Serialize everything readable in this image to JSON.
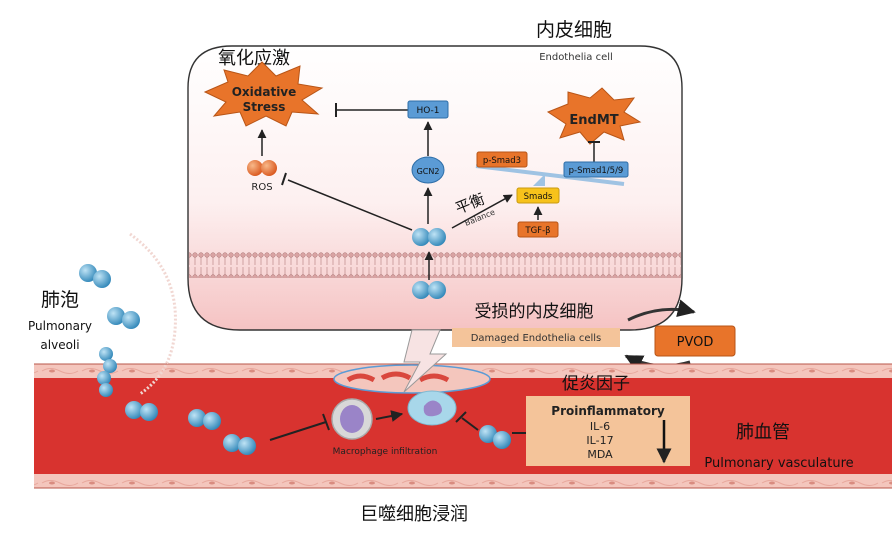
{
  "cell": {
    "title_cn": "内皮细胞",
    "title_en": "Endothelia cell",
    "oxidative_cn": "氧化应激",
    "oxidative_line1": "Oxidative",
    "oxidative_line2": "Stress",
    "ho1": "HO-1",
    "gcn2": "GCN2",
    "ros": "ROS",
    "endmt": "EndMT",
    "psmad3": "p-Smad3",
    "psmad159": "p-Smad1/5/9",
    "smads": "Smads",
    "tgfb": "TGF-β",
    "balance_cn": "平衡",
    "balance_en": "Balance"
  },
  "alveoli": {
    "cn": "肺泡",
    "en1": "Pulmonary",
    "en2": "alveoli"
  },
  "damaged": {
    "cn": "受损的内皮细胞",
    "en": "Damaged Endothelia cells",
    "pvod": "PVOD"
  },
  "vessel": {
    "cn": "肺血管",
    "en": "Pulmonary vasculature",
    "macrophage_en": "Macrophage infiltration",
    "macrophage_cn": "巨噬细胞浸润"
  },
  "proinflammatory": {
    "cn": "促炎因子",
    "title": "Proinflammatory",
    "items": [
      "IL-6",
      "IL-17",
      "MDA"
    ]
  },
  "colors": {
    "orange": "#E8742A",
    "blue_box": "#5B9BD5",
    "molecule": "#4A9BC8",
    "vessel_red": "#D8332F",
    "vessel_pink": "#F4C6BD",
    "peach": "#F4C49A",
    "pvod": "#E8742A"
  }
}
